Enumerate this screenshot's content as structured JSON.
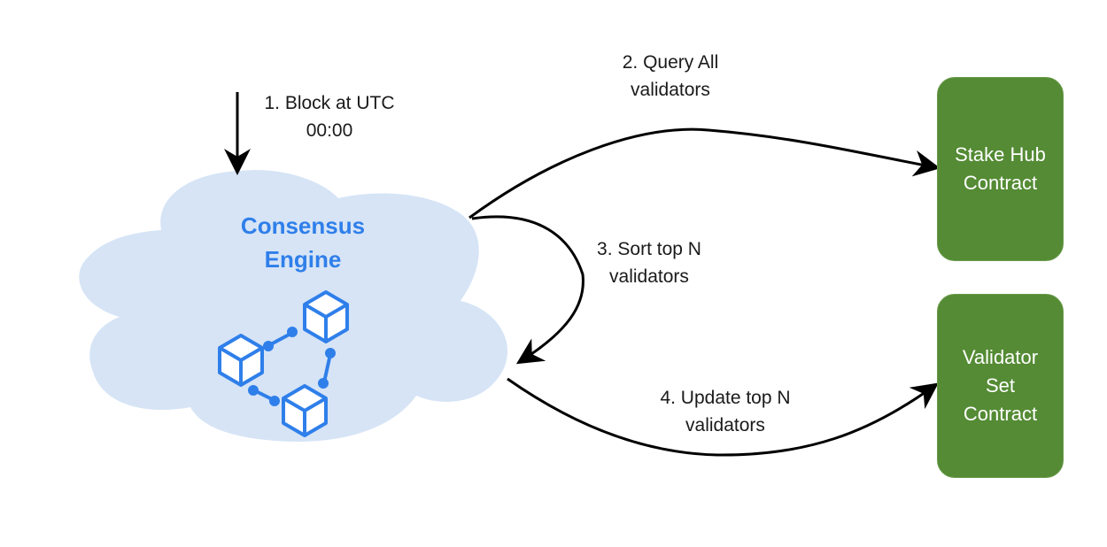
{
  "colors": {
    "cloud_fill": "#d6e4f6",
    "engine_blue": "#2f7fea",
    "contract_green": "#548b34",
    "arrow": "#000000"
  },
  "engine": {
    "title_line1": "Consensus",
    "title_line2": "Engine",
    "icon": "blockchain-cubes-icon"
  },
  "contracts": [
    {
      "line1": "Stake Hub",
      "line2": "Contract",
      "line3": ""
    },
    {
      "line1": "Validator",
      "line2": "Set",
      "line3": "Contract"
    }
  ],
  "steps": [
    {
      "line1": "1. Block at UTC",
      "line2": "00:00"
    },
    {
      "line1": "2. Query All",
      "line2": "validators"
    },
    {
      "line1": "3. Sort top N",
      "line2": "validators"
    },
    {
      "line1": "4. Update top N",
      "line2": "validators"
    }
  ]
}
